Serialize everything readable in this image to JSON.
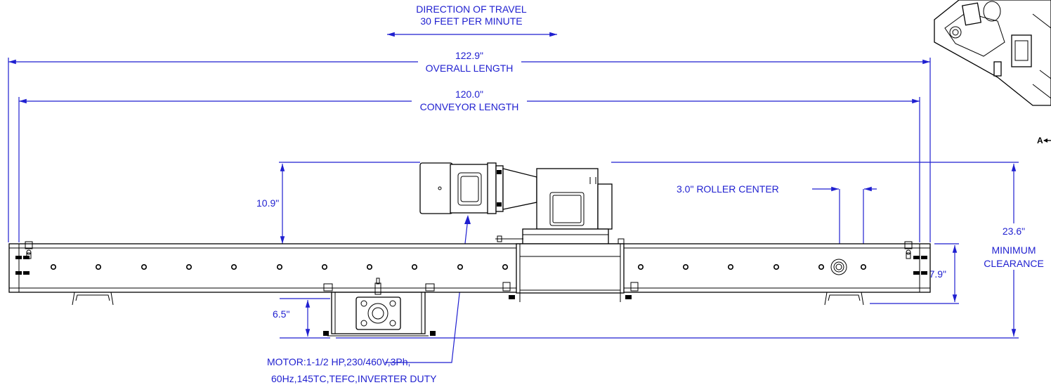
{
  "travel": {
    "line1": "DIRECTION OF TRAVEL",
    "line2": "30 FEET PER MINUTE"
  },
  "overall": {
    "value": "122.9\"",
    "label": "OVERALL LENGTH"
  },
  "conveyor": {
    "value": "120.0\"",
    "label": "CONVEYOR LENGTH"
  },
  "motor_height": "10.9\"",
  "roller_center": "3.0\" ROLLER CENTER",
  "clearance": {
    "value": "23.6\"",
    "line1": "MINIMUM",
    "line2": "CLEARANCE"
  },
  "frame_height": "7.9\"",
  "bearing_drop": "6.5\"",
  "motor_note": {
    "line1": "MOTOR:1-1/2 HP,230/460V,3Ph,",
    "line2": "60Hz,145TC,TEFC,INVERTER DUTY"
  },
  "section_marker": "A"
}
